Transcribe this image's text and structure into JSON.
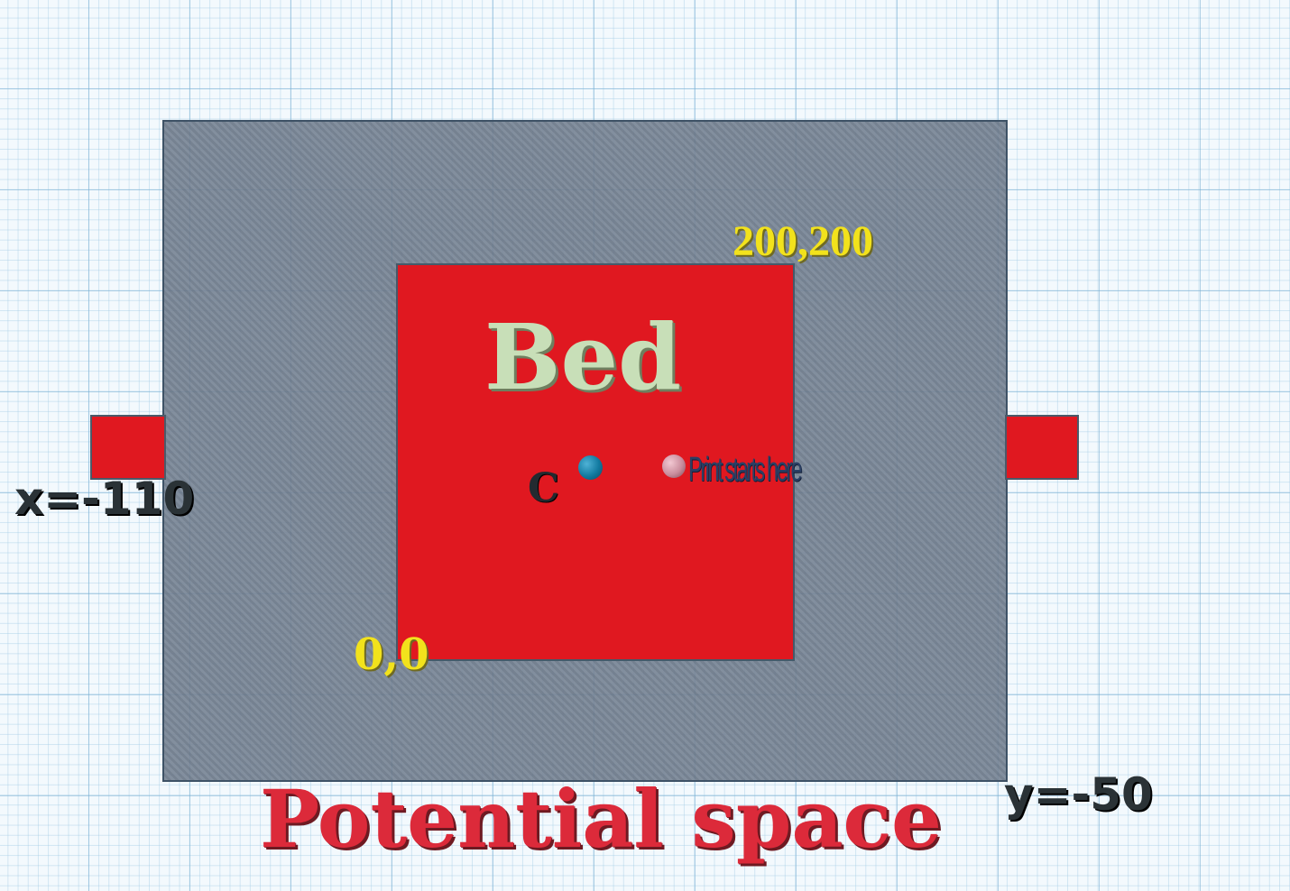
{
  "diagram": {
    "bed_label": "Bed",
    "bed_max_coordinate": "200,200",
    "bed_origin_coordinate": "0,0",
    "center_label": "C",
    "print_start_label": "Print starts here",
    "x_limit_label": "x=-110",
    "y_limit_label": "y=-50",
    "potential_space_label": "Potential space"
  },
  "colors": {
    "bed": "#e01820",
    "potential_space": "#6f7c8e",
    "workplane_grid": "#f3f9fd",
    "coordinate_text": "#f2e21c",
    "bed_text": "#c8dfb8",
    "potential_space_text": "#dc2a3a",
    "center_marker": "#127aa0",
    "print_start_marker": "#c98d9d"
  }
}
